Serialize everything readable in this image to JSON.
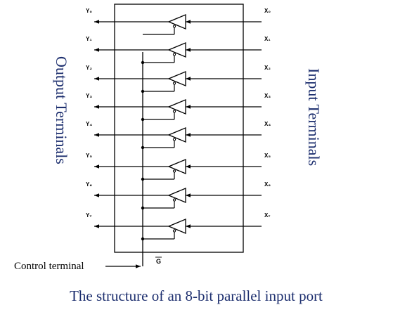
{
  "outputs": [
    "Y₀",
    "Y₁",
    "Y₂",
    "Y₃",
    "Y₄",
    "Y₅",
    "Y₆",
    "Y₇"
  ],
  "inputs": [
    "X₀",
    "X₁",
    "X₂",
    "X₃",
    "X₄",
    "X₅",
    "X₆",
    "X₇"
  ],
  "left_label": "Output Terminals",
  "right_label": "Input Terminals",
  "control_label": "Control terminal",
  "control_pin": "G",
  "caption": "The structure of an 8-bit parallel input port"
}
